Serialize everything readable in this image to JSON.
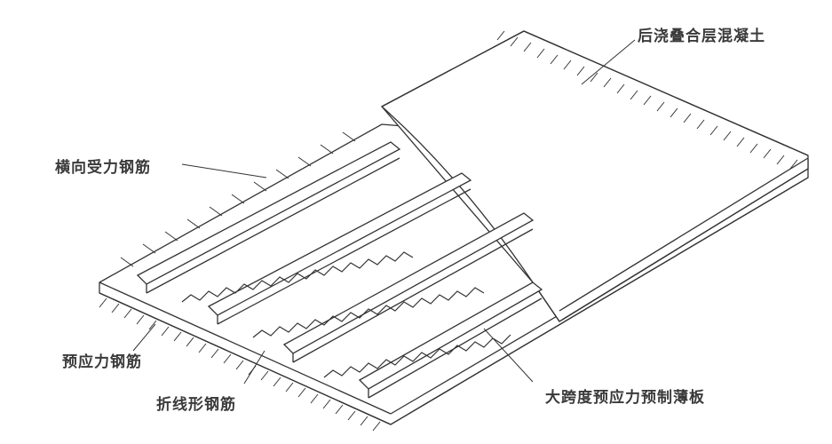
{
  "diagram": {
    "type": "isometric structural section",
    "labels": {
      "topping_concrete": "后浇叠合层混凝土",
      "transverse_rebar": "横向受力钢筋",
      "prestressed_rebar": "预应力钢筋",
      "zigzag_rebar": "折线形钢筋",
      "precast_slab": "大跨度预应力预制薄板"
    },
    "colors": {
      "line": "#333333",
      "background": "#ffffff",
      "text": "#3a3a3a"
    }
  }
}
